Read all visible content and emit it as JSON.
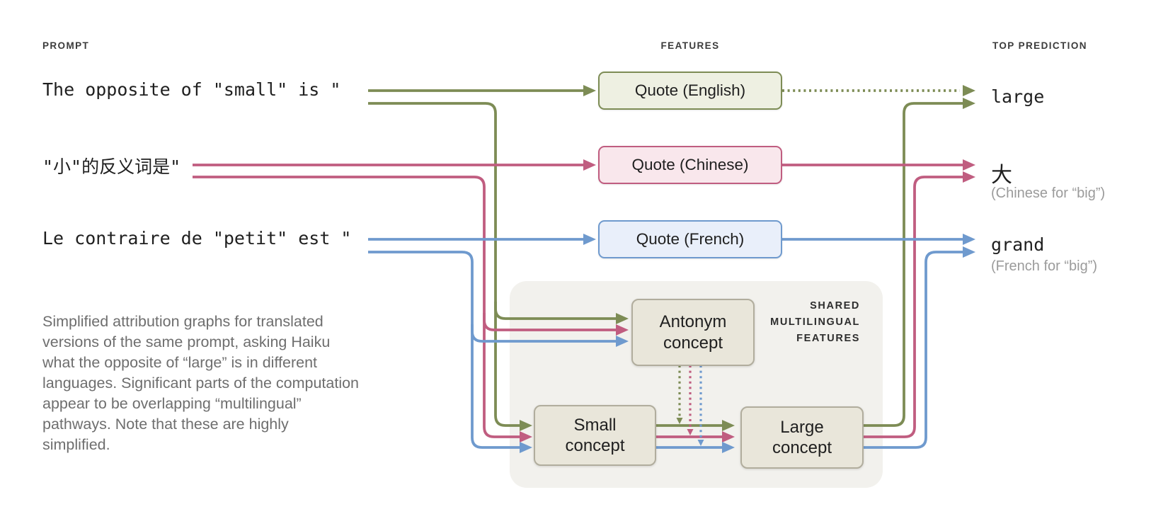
{
  "palette": {
    "green": "#7d8c55",
    "pink": "#c05d80",
    "blue": "#6f9ace",
    "quote_english_fill": "#eef0e2",
    "quote_chinese_fill": "#f9e7ec",
    "quote_french_fill": "#e9effa",
    "concept_fill": "#e9e6da",
    "concept_border": "#b1ad9d",
    "container_fill": "#f2f1ed",
    "ink": "#1f1f1f",
    "header_ink": "#3b3b3b",
    "caption_gray": "#6e6e6e",
    "note_gray": "#9b9b9b"
  },
  "headers": {
    "prompt": "PROMPT",
    "features": "FEATURES",
    "top_prediction": "TOP PREDICTION"
  },
  "prompts": {
    "english": "The opposite of \"small\" is \"",
    "chinese": "\"小\"的反义词是\"",
    "french": "Le contraire de \"petit\" est \""
  },
  "features": {
    "english": "Quote (English)",
    "chinese": "Quote (Chinese)",
    "french": "Quote (French)"
  },
  "concepts": {
    "antonym": "Antonym concept",
    "small": "Small concept",
    "large": "Large concept"
  },
  "shared_label": "SHARED\nMULTILINGUAL\nFEATURES",
  "predictions": {
    "english": {
      "word": "large",
      "note": ""
    },
    "chinese": {
      "word": "大",
      "note": "(Chinese for “big”)"
    },
    "french": {
      "word": "grand",
      "note": "(French for “big”)"
    }
  },
  "caption": "Simplified attribution graphs for translated versions of the same prompt, asking Haiku what the opposite of “large” is in different languages. Significant parts of the computation appear to be overlapping “multilingual” pathways. Note that these are highly simplified."
}
